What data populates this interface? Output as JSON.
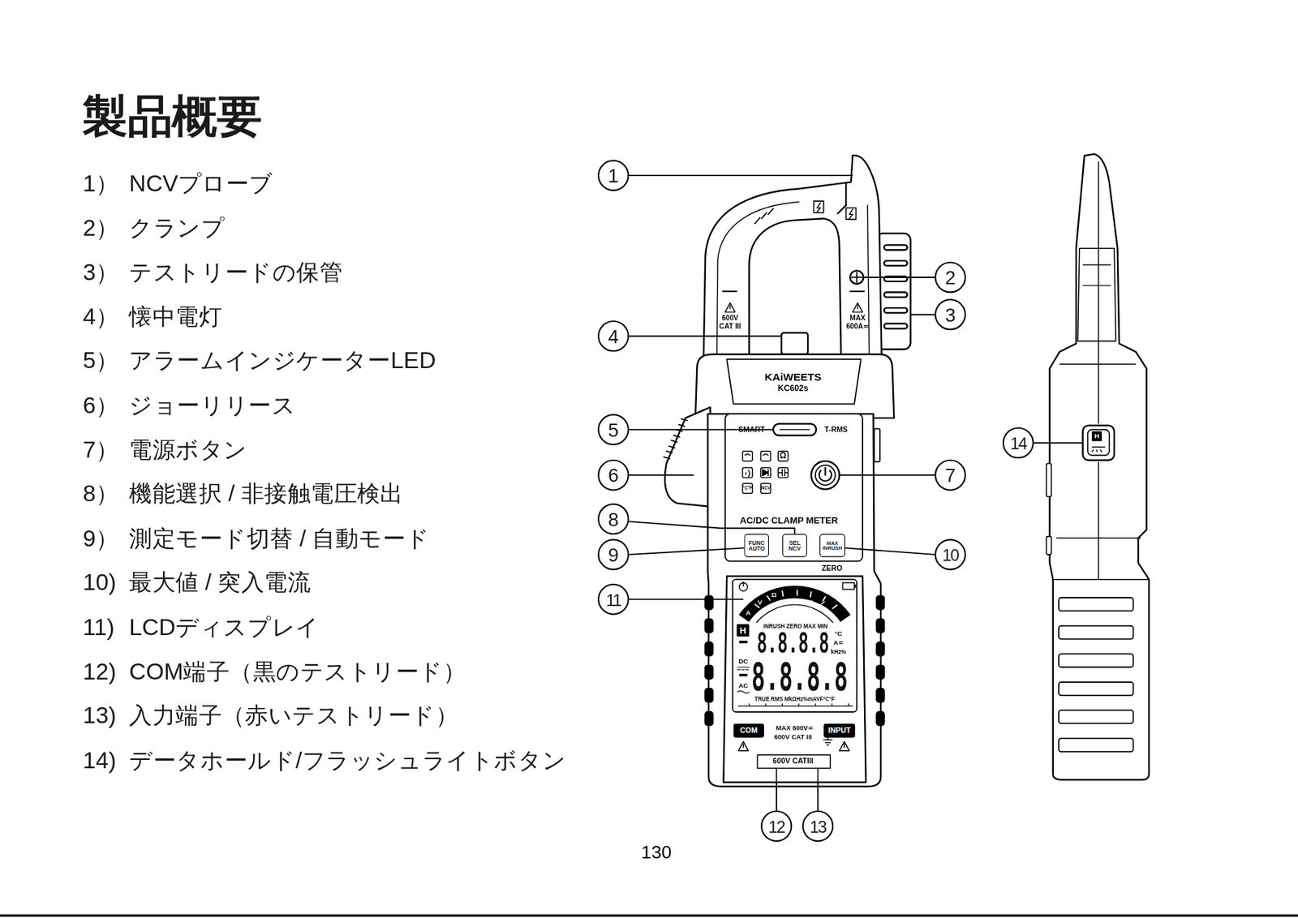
{
  "diagram": {
    "title": "製品概要",
    "nodes": [
      {
        "text": [
          "FUNC",
          "AUTO"
        ]
      },
      {
        "text": [
          "SEL",
          "NCV"
        ]
      },
      {
        "text": [
          "MAX",
          "INRUSH"
        ]
      },
      {
        "text": [
          "COM"
        ]
      },
      {
        "text": [
          "INPUT"
        ]
      }
    ],
    "labels": [
      "1）",
      "NCVプローブ",
      "2）",
      "クランプ",
      "3）",
      "テストリードの保管",
      "4）",
      "懐中電灯",
      "5）",
      "アラームインジケーターLED",
      "6）",
      "ジョーリリース",
      "7）",
      "電源ボタン",
      "8）",
      "機能選択 / 非接触電圧検出",
      "9）",
      "測定モード切替 / 自動モード",
      "10)",
      "最大値 / 突入電流",
      "11)",
      "LCDディスプレイ",
      "12)",
      "COM端子（黒のテストリード）",
      "13)",
      "入力端子（赤いテストリード）",
      "14)",
      "データホールド/フラッシュライトボタン",
      "1",
      "2",
      "3",
      "4",
      "5",
      "6",
      "7",
      "8",
      "9",
      "10",
      "11",
      "12",
      "13",
      "14",
      "600V",
      "CAT III",
      "MAX",
      "600A≂",
      "KAiWEETS",
      "KC602s",
      "SMART",
      "T-RMS",
      "Ω",
      "NCV",
      "°C°F",
      "AC/DC CLAMP METER",
      "ZERO",
      "A",
      "V",
      "Ω",
      "INRUSH ZERO MAX MIN",
      "H",
      "8.8.8.8",
      "8.8.8.8",
      "°C",
      "A≂",
      "kHz%",
      "DC",
      "AC",
      "TRUE RMS MkΩHz%mAVF°C°F",
      "MAX 600V≂",
      "600V CAT III",
      "600V CATIII",
      "130",
      "H"
    ]
  }
}
